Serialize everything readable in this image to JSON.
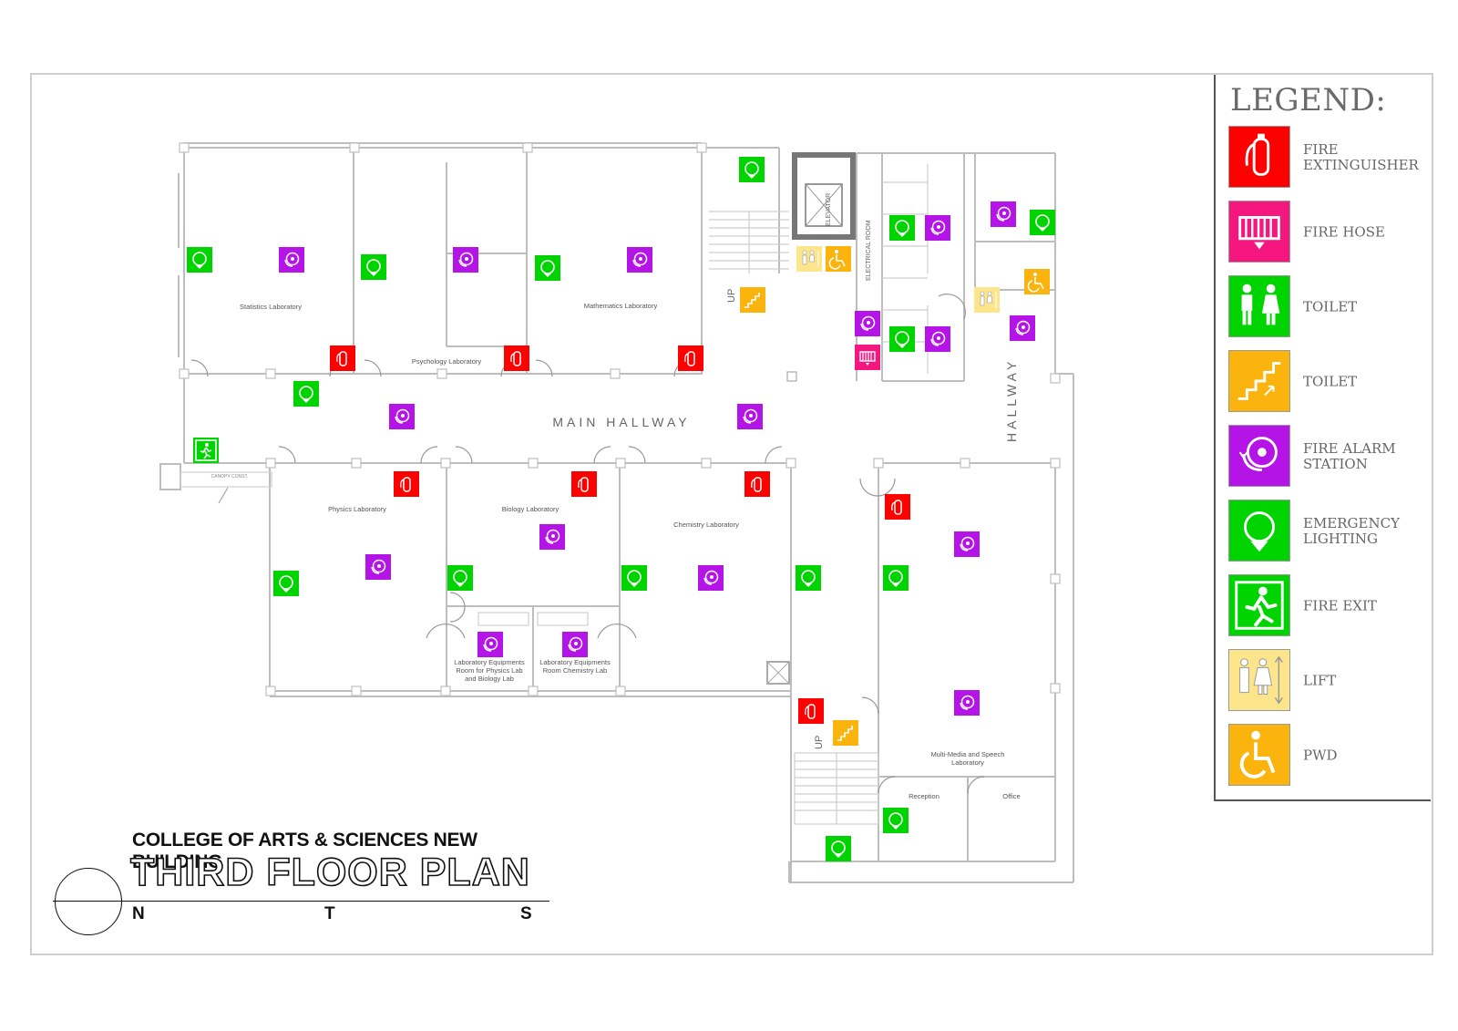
{
  "legend": {
    "title": "LEGEND:",
    "items": [
      {
        "key": "extinguisher",
        "label": "FIRE\nEXTINGUISHER",
        "color": "#ff0000"
      },
      {
        "key": "hose",
        "label": "FIRE HOSE",
        "color": "#f5177f"
      },
      {
        "key": "toilet",
        "label": "TOILET",
        "color": "#00d400"
      },
      {
        "key": "stairs",
        "label": "TOILET",
        "color": "#fbb30e"
      },
      {
        "key": "alarm",
        "label": "FIRE ALARM\nSTATION",
        "color": "#b414e6"
      },
      {
        "key": "light",
        "label": "EMERGENCY\nLIGHTING",
        "color": "#00d400"
      },
      {
        "key": "exit",
        "label": "FIRE EXIT",
        "color": "#00d400"
      },
      {
        "key": "lift",
        "label": "LIFT",
        "color": "#fde58c"
      },
      {
        "key": "pwd",
        "label": "PWD",
        "color": "#fbb30e"
      }
    ]
  },
  "title_block": {
    "building": "COLLEGE OF ARTS & SCIENCES NEW BUILDING",
    "plan": "THIRD FLOOR PLAN",
    "n": "N",
    "t": "T",
    "s": "S"
  },
  "plan": {
    "main_hallway": "MAIN HALLWAY",
    "hallway": "HALLWAY",
    "elevator": "ELEVATOR",
    "electrical_room": "ELECTRICAL ROOM",
    "up": "UP",
    "canopy": "CANOPY CONST.",
    "rooms": {
      "statistics": "Statistics Laboratory",
      "psychology": "Psychology Laboratory",
      "mathematics": "Mathematics Laboratory",
      "physics": "Physics Laboratory",
      "biology": "Biology Laboratory",
      "chemistry": "Chemistry Laboratory",
      "lab_eq_1a": "Laboratory Equipments",
      "lab_eq_1b": "Room for Physics Lab",
      "lab_eq_1c": "and Biology Lab",
      "lab_eq_2a": "Laboratory Equipments",
      "lab_eq_2b": "Room Chemistry Lab",
      "multimedia_a": "Multi-Media and Speech",
      "multimedia_b": "Laboratory",
      "reception": "Reception",
      "office": "Office"
    }
  },
  "colors": {
    "extinguisher": "#ff0000",
    "hose": "#f5177f",
    "green": "#00d400",
    "orange": "#fbb30e",
    "purple": "#b414e6",
    "lift": "#fde58c",
    "wall": "#bdbdbd"
  }
}
